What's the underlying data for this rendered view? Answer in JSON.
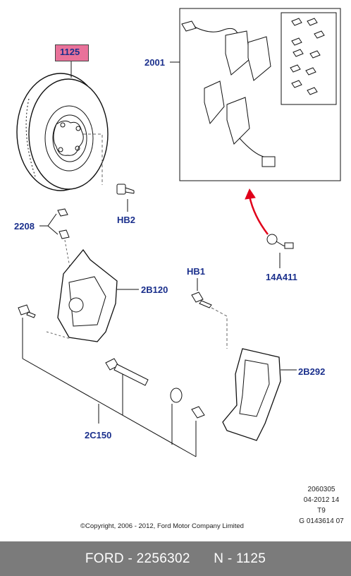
{
  "callouts": {
    "disc": "1125",
    "pad_kit": "2001",
    "bleed": "2208",
    "bolt_hb2": "HB2",
    "caliper": "2B120",
    "bolt_hb1": "HB1",
    "carrier": "2B292",
    "pin_kit": "2C150",
    "wear_sensor": "14A411"
  },
  "reference": {
    "line1": "2060305",
    "line2": "04-2012 14",
    "line3": "T9",
    "line4": "G 0143614 07"
  },
  "copyright": "©Copyright, 2006 - 2012, Ford Motor Company Limited",
  "footer": {
    "part_label": "FORD - 2256302",
    "ref_label": "N - 1125"
  },
  "colors": {
    "callout_text": "#1a2f8c",
    "highlight_fill": "#e9729a",
    "arrow": "#e0001a",
    "footer_bg": "#7b7b7b"
  }
}
